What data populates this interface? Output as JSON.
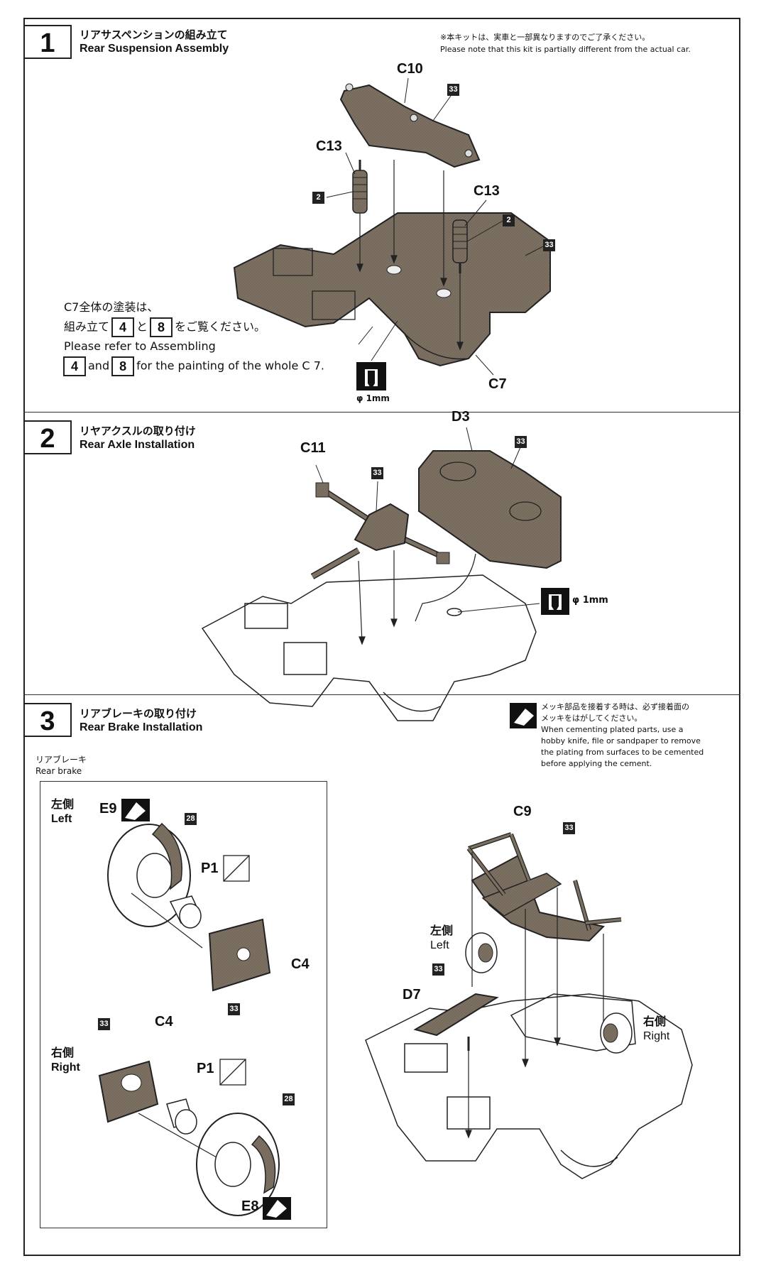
{
  "notice": {
    "jp": "※本キットは、実車と一部異なりますのでご了承ください。",
    "en": "Please note that this kit is partially different from the actual car."
  },
  "steps": [
    {
      "num": "1",
      "jp": "リアサスペンションの組み立て",
      "en": "Rear Suspension Assembly"
    },
    {
      "num": "2",
      "jp": "リヤアクスルの取り付け",
      "en": "Rear Axle Installation"
    },
    {
      "num": "3",
      "jp": "リアブレーキの取り付け",
      "en": "Rear Brake Installation"
    }
  ],
  "step1": {
    "parts": {
      "c10": "C10",
      "c13a": "C13",
      "c13b": "C13",
      "c7": "C7"
    },
    "colors": {
      "c10": "33",
      "c13a": "2",
      "c13b": "2",
      "c7": "33"
    },
    "paint_note": {
      "jp_line1": "C7全体の塗装は、",
      "jp_line2_pre": "組み立て",
      "jp_mid": "と",
      "jp_line2_post": "をご覧ください。",
      "en_line1": "Please refer to Assembling",
      "en_and": "and",
      "en_post": "for the painting of the whole C 7.",
      "ref_a": "4",
      "ref_b": "8"
    },
    "drill": "φ 1mm"
  },
  "step2": {
    "parts": {
      "d3": "D3",
      "c11": "C11"
    },
    "colors": {
      "d3": "33",
      "c11": "33"
    },
    "drill": "φ 1mm"
  },
  "step3": {
    "plated_note": {
      "jp_line1": "メッキ部品を接着する時は、必ず接着面の",
      "jp_line2": "メッキをはがしてください。",
      "en_line1": "When cementing plated parts, use a",
      "en_line2": "hobby knife, file or sandpaper to remove",
      "en_line3": "the plating from surfaces to be cemented",
      "en_line4": "before applying the cement."
    },
    "rear_brake_jp": "リアブレーキ",
    "rear_brake_en": "Rear brake",
    "left_jp": "左側",
    "left_en": "Left",
    "right_jp": "右側",
    "right_en": "Right",
    "parts": {
      "e9": "E9",
      "p1a": "P1",
      "c4a": "C4",
      "c4b": "C4",
      "p1b": "P1",
      "e8": "E8",
      "c9": "C9",
      "d7": "D7"
    },
    "colors": {
      "e9": "28",
      "c4a": "33",
      "c4b": "33",
      "e8": "28",
      "c9": "33",
      "d7": "33"
    }
  },
  "accent_color": "#7c7062"
}
